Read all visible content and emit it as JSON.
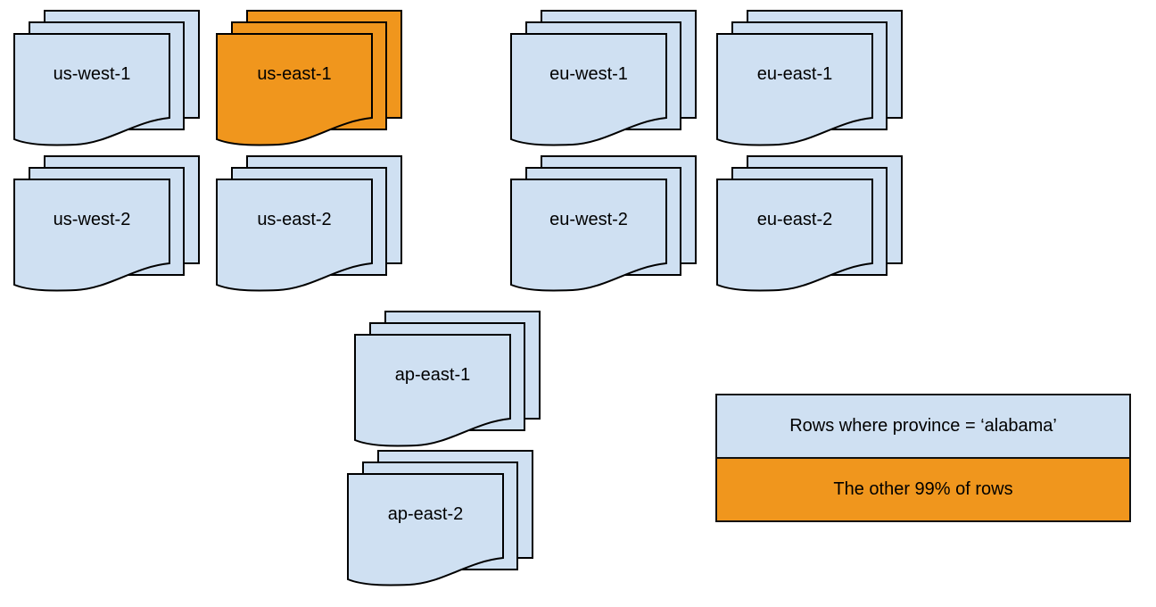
{
  "colors": {
    "region_fill": "#cfe0f2",
    "highlight_fill": "#f0961d",
    "stroke": "#000000",
    "background": "#ffffff"
  },
  "stacks": [
    {
      "id": "us-west-1",
      "label": "us-west-1",
      "highlighted": false
    },
    {
      "id": "us-east-1",
      "label": "us-east-1",
      "highlighted": true
    },
    {
      "id": "eu-west-1",
      "label": "eu-west-1",
      "highlighted": false
    },
    {
      "id": "eu-east-1",
      "label": "eu-east-1",
      "highlighted": false
    },
    {
      "id": "us-west-2",
      "label": "us-west-2",
      "highlighted": false
    },
    {
      "id": "us-east-2",
      "label": "us-east-2",
      "highlighted": false
    },
    {
      "id": "eu-west-2",
      "label": "eu-west-2",
      "highlighted": false
    },
    {
      "id": "eu-east-2",
      "label": "eu-east-2",
      "highlighted": false
    },
    {
      "id": "ap-east-1",
      "label": "ap-east-1",
      "highlighted": false
    },
    {
      "id": "ap-east-2",
      "label": "ap-east-2",
      "highlighted": false
    }
  ],
  "legend": {
    "items": [
      {
        "label": "Rows where province = ‘alabama’",
        "color_key": "region_fill"
      },
      {
        "label": "The other 99% of rows",
        "color_key": "highlight_fill"
      }
    ]
  }
}
